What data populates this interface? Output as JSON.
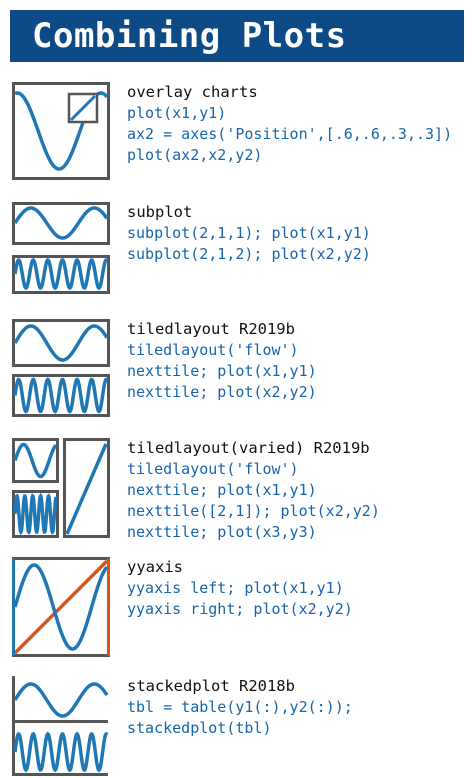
{
  "title": "Combining Plots",
  "colors": {
    "banner": "#0d4a86",
    "code": "#1665ac",
    "plot_line": "#1f77b4",
    "plot_orange": "#d9541a",
    "frame": "#555555"
  },
  "sections": [
    {
      "heading": "overlay charts",
      "code": [
        "plot(x1,y1)",
        "ax2 = axes('Position',[.6,.6,.3,.3])",
        "plot(ax2,x2,y2)"
      ],
      "thumbnail": "overlay-chart-icon"
    },
    {
      "heading": "subplot",
      "code": [
        "subplot(2,1,1); plot(x1,y1)",
        "subplot(2,1,2); plot(x2,y2)"
      ],
      "thumbnail": "subplot-icon"
    },
    {
      "heading": "tiledlayout R2019b",
      "code": [
        "tiledlayout('flow')",
        "nexttile; plot(x1,y1)",
        "nexttile; plot(x2,y2)"
      ],
      "thumbnail": "tiledlayout-icon"
    },
    {
      "heading": "tiledlayout(varied) R2019b",
      "code": [
        "tiledlayout('flow')",
        "nexttile; plot(x1,y1)",
        "nexttile([2,1]); plot(x2,y2)",
        "nexttile; plot(x3,y3)"
      ],
      "thumbnail": "tiledlayout-varied-icon"
    },
    {
      "heading": "yyaxis",
      "code": [
        "yyaxis left; plot(x1,y1)",
        "yyaxis right; plot(x2,y2)"
      ],
      "thumbnail": "yyaxis-icon"
    },
    {
      "heading": "stackedplot R2018b",
      "code": [
        "tbl = table(y1(:),y2(:));",
        "stackedplot(tbl)"
      ],
      "thumbnail": "stackedplot-icon"
    }
  ]
}
